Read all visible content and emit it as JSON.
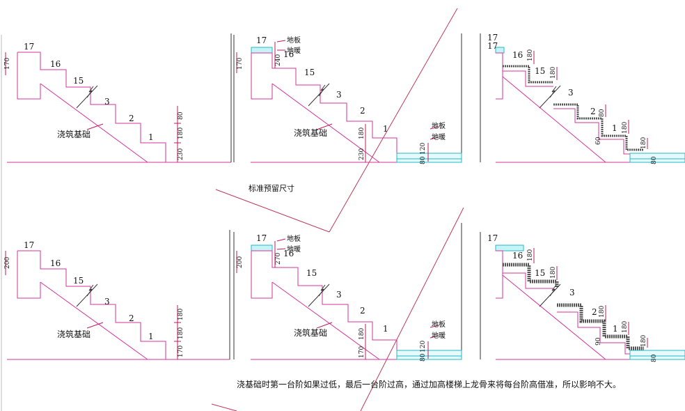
{
  "caption": "标准预留尺寸",
  "note": "浇基础时第一台阶如果过低，最后一台阶过高，通过加高楼梯上龙骨来将每台阶高借准，所以影响不大。",
  "labels": {
    "step17": "17",
    "step16": "16",
    "step15": "15",
    "step3": "3",
    "step2": "2",
    "step1": "1",
    "foundation": "浇筑基础",
    "floor_board": "地板",
    "floor_heating": "地暖"
  },
  "dims": {
    "d170": "170",
    "d80": "80",
    "d180": "180",
    "d230": "230",
    "d240": "240",
    "d120": "120",
    "d200": "200",
    "d270": "270",
    "d60": "60",
    "d90": "90"
  },
  "colors": {
    "stair": "#d6339a",
    "guide": "#333333",
    "dim": "#c2185b",
    "floor": "#22b8c8",
    "diag": "#c0395a"
  }
}
